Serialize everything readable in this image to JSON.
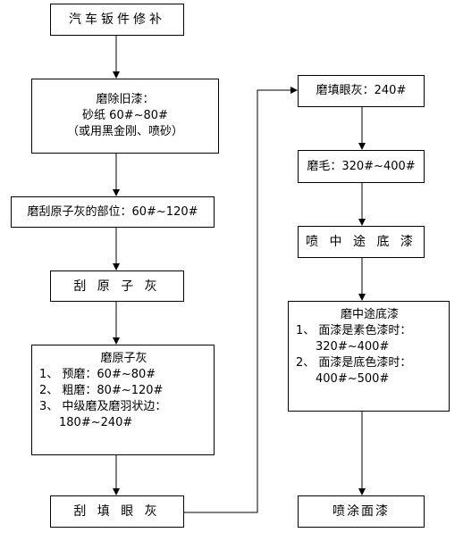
{
  "diagram": {
    "n1": {
      "text": "汽车钣件修补"
    },
    "n2": {
      "lines": [
        "磨除旧漆：",
        "砂纸 60#~80#",
        "（或用黑金刚、喷砂）"
      ]
    },
    "n3": {
      "text": "磨刮原子灰的部位：60#~120#"
    },
    "n4": {
      "text": "刮 原 子 灰"
    },
    "n5": {
      "title": "磨原子灰",
      "items": [
        "1、 预磨：60#~80#",
        "2、 粗磨：80#~120#",
        "3、 中级磨及磨羽状边：",
        "180#~240#"
      ]
    },
    "n6": {
      "text": "刮 填 眼 灰"
    },
    "n7": {
      "text": "磨填眼灰：240#"
    },
    "n8": {
      "text": "磨毛：320#~400#"
    },
    "n9": {
      "text": "喷 中 途 底 漆"
    },
    "n10": {
      "title": "磨中途底漆",
      "items": [
        "1、 面漆是素色漆时：",
        "320#~400#",
        "2、 面漆是底色漆时：",
        "400#~500#"
      ]
    },
    "n11": {
      "text": "喷涂面漆"
    }
  }
}
